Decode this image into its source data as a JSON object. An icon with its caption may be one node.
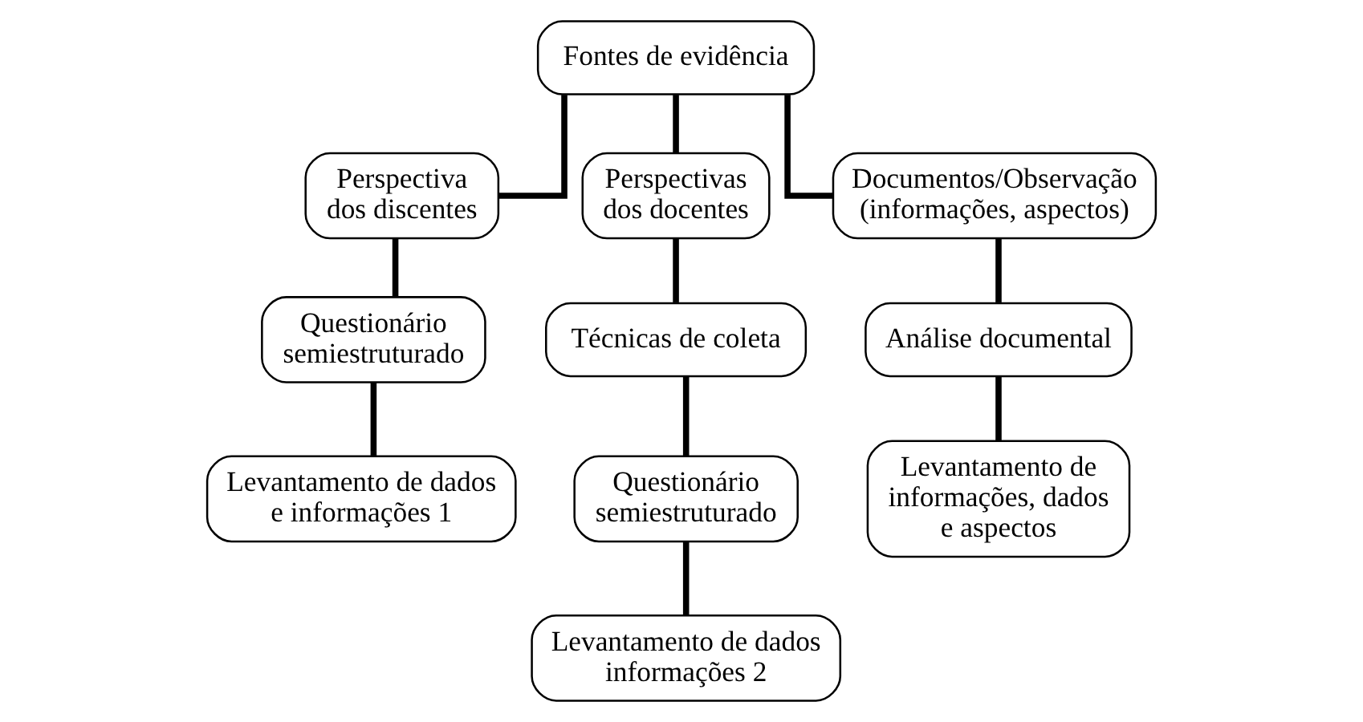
{
  "diagram": {
    "nodes": [
      {
        "text": [
          "Fontes de evidência"
        ]
      },
      {
        "text": [
          "Perspectiva dos discentes"
        ]
      },
      {
        "text": [
          "Perspectivas dos docentes"
        ]
      },
      {
        "text": [
          "Documentos/Observação (informações, aspectos)"
        ]
      },
      {
        "text": [
          "Técnicas de coleta"
        ]
      },
      {
        "text": [
          "Questionário semiestruturado"
        ]
      },
      {
        "text": [
          "Questionário semiestruturado"
        ]
      },
      {
        "text": [
          "Análise documental"
        ]
      },
      {
        "text": [
          "Levantamento de dados e informações 1"
        ]
      },
      {
        "text": [
          "Levantamento de dados informações 2"
        ]
      },
      {
        "text": [
          "Levantamento de informações, dados e aspectos"
        ]
      }
    ],
    "edges": [
      {
        "from": 0,
        "to": 1,
        "arrow": "none"
      },
      {
        "from": 0,
        "to": 2,
        "arrow": "none"
      },
      {
        "from": 0,
        "to": 3,
        "arrow": "none"
      },
      {
        "from": 2,
        "to": 4,
        "arrow": "none"
      },
      {
        "from": 1,
        "to": 5,
        "arrow": "none"
      },
      {
        "from": 4,
        "to": 6,
        "arrow": "none"
      },
      {
        "from": 3,
        "to": 7,
        "arrow": "none"
      },
      {
        "from": 5,
        "to": 8,
        "arrow": "none"
      },
      {
        "from": 6,
        "to": 9,
        "arrow": "none"
      },
      {
        "from": 7,
        "to": 10,
        "arrow": "none"
      }
    ]
  }
}
